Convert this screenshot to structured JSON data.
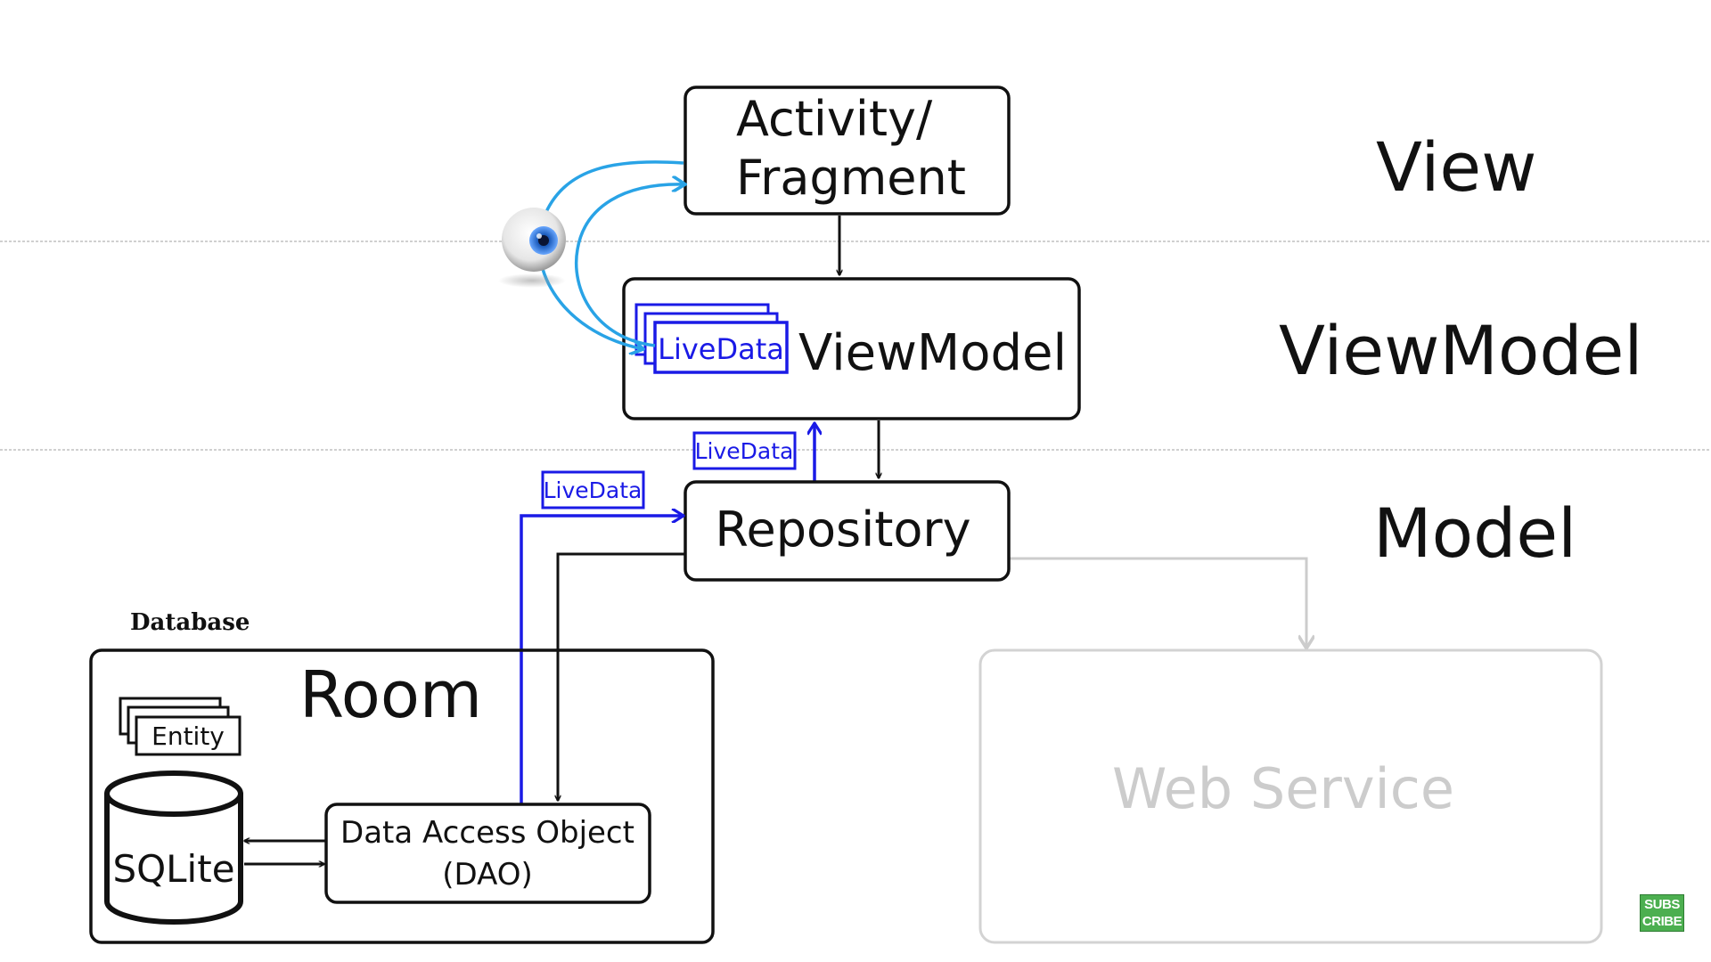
{
  "layers": {
    "view": "View",
    "viewmodel": "ViewModel",
    "model": "Model"
  },
  "boxes": {
    "activity_line1": "Activity/",
    "activity_line2": "Fragment",
    "viewmodel": "ViewModel",
    "viewmodel_livedata": "LiveData",
    "repository": "Repository",
    "room": "Room",
    "entity": "Entity",
    "sqlite": "SQLite",
    "dao_line1": "Data Access Object",
    "dao_line2": "(DAO)",
    "web_service": "Web Service"
  },
  "tags": {
    "livedata_repo_to_vm": "LiveData",
    "livedata_dao_to_repo": "LiveData"
  },
  "section_label": "Database",
  "badge": {
    "line1": "SUBS",
    "line2": "CRIBE"
  },
  "colors": {
    "black": "#111111",
    "livedata_blue": "#1a1ae6",
    "observer_cyan": "#29a3e6",
    "faded": "#cccccc",
    "badge_green": "#4caf50"
  },
  "icons": {
    "observer": "eye-icon"
  }
}
